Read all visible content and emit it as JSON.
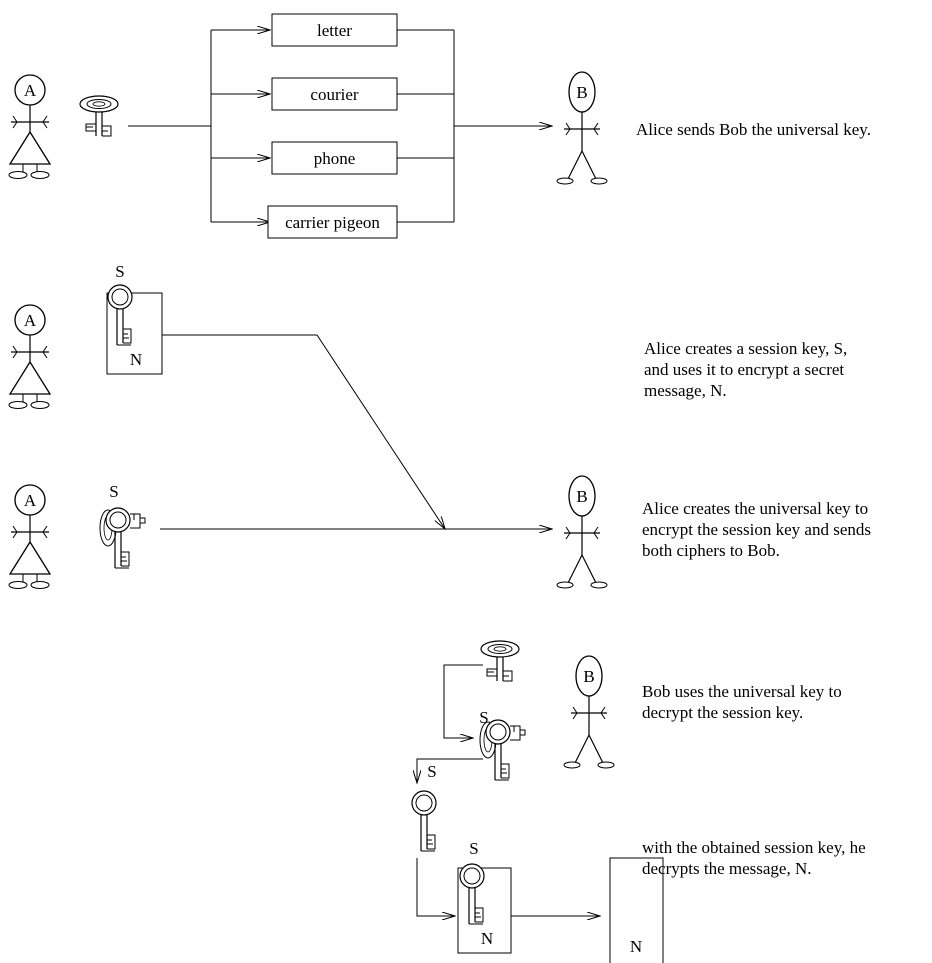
{
  "people": {
    "alice_label": "A",
    "bob_label": "B"
  },
  "channels": [
    "letter",
    "courier",
    "phone",
    "carrier pigeon"
  ],
  "keys": {
    "session_label": "S",
    "message_label": "N"
  },
  "captions": {
    "step1": [
      "Alice sends Bob the universal key."
    ],
    "step2": [
      "Alice creates a session key, S,",
      "and uses it to encrypt a secret",
      "message, N."
    ],
    "step3": [
      "Alice creates the universal key to",
      "encrypt the session key and sends",
      "both ciphers to Bob."
    ],
    "step4": [
      "Bob uses the universal key to",
      "decrypt the session key."
    ],
    "step5": [
      "with the obtained session key, he",
      "decrypts the message, N."
    ]
  }
}
